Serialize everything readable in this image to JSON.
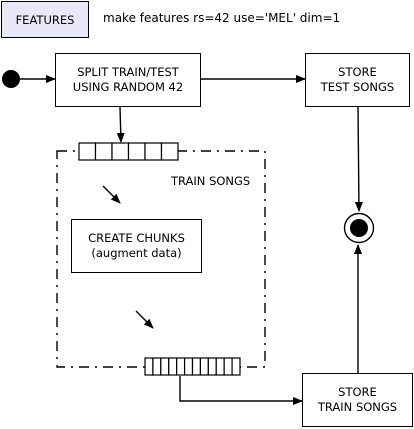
{
  "header": {
    "frame_label": "FEATURES",
    "command": "make features rs=42 use='MEL' dim=1"
  },
  "nodes": {
    "split": {
      "line1": "SPLIT TRAIN/TEST",
      "line2": "USING RANDOM 42"
    },
    "store_test": {
      "line1": "STORE",
      "line2": "TEST SONGS"
    },
    "region_label": "TRAIN SONGS",
    "chunks": {
      "line1": "CREATE CHUNKS",
      "line2": "(augment data)"
    },
    "store_train": {
      "line1": "STORE",
      "line2": "TRAIN SONGS"
    }
  },
  "queues": {
    "input_pins": 6,
    "output_pins": 12
  }
}
